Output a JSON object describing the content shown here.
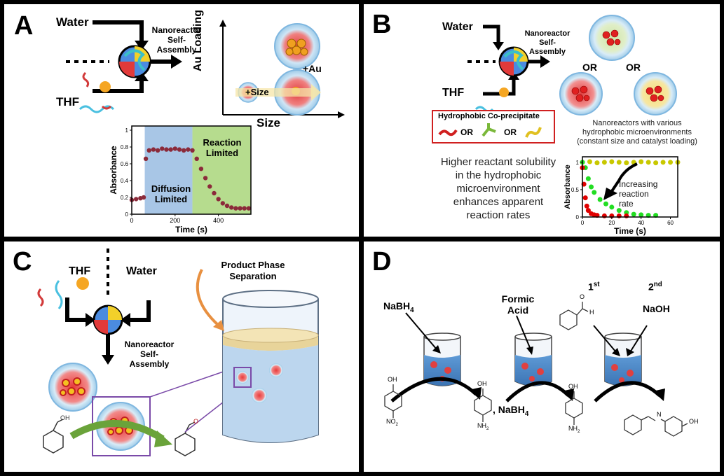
{
  "panelA": {
    "letter": "A",
    "water": "Water",
    "thf": "THF",
    "assembly_l1": "Nanoreactor",
    "assembly_l2": "Self-",
    "assembly_l3": "Assembly",
    "au_plus": "+Au",
    "size_plus": "+Size",
    "y_axis": "Au Loading",
    "x_axis": "Size",
    "region_diffusion_l1": "Diffusion",
    "region_diffusion_l2": "Limited",
    "region_reaction_l1": "Reaction",
    "region_reaction_l2": "Limited",
    "colors": {
      "diffusion": "#a8c6e6",
      "reaction": "#b6dc8e",
      "data": "#8b2a3a"
    }
  },
  "chartA": {
    "type": "scatter",
    "xlabel": "Time (s)",
    "ylabel": "Absorbance",
    "xlim": [
      0,
      550
    ],
    "ylim": [
      0,
      1.05
    ],
    "xticks": [
      "0",
      "200",
      "400"
    ],
    "yticks": [
      "0",
      "0.2",
      "0.4",
      "0.6",
      "0.8",
      "1"
    ],
    "regions": [
      {
        "from": 60,
        "to": 280
      },
      {
        "from": 280,
        "to": 550
      }
    ],
    "x": [
      0,
      20,
      40,
      55,
      65,
      80,
      100,
      120,
      140,
      160,
      180,
      200,
      220,
      240,
      260,
      280,
      300,
      320,
      340,
      360,
      380,
      400,
      420,
      440,
      460,
      480,
      500,
      520,
      540
    ],
    "y": [
      0.17,
      0.18,
      0.19,
      0.2,
      0.66,
      0.76,
      0.77,
      0.76,
      0.78,
      0.77,
      0.77,
      0.78,
      0.77,
      0.76,
      0.77,
      0.76,
      0.66,
      0.54,
      0.43,
      0.33,
      0.25,
      0.18,
      0.13,
      0.1,
      0.08,
      0.07,
      0.07,
      0.07,
      0.07
    ]
  },
  "panelB": {
    "letter": "B",
    "water": "Water",
    "thf": "THF",
    "assembly_l1": "Nanoreactor",
    "assembly_l2": "Self-",
    "assembly_l3": "Assembly",
    "or1": "OR",
    "or2": "OR",
    "coprecip_title": "Hydrophobic Co-precipitate",
    "coprecip_or1": "OR",
    "coprecip_or2": "OR",
    "caption_l1": "Nanoreactors with various",
    "caption_l2": "hydrophobic microenvironments",
    "caption_l3": "(constant size and catalyst loading)",
    "text_l1": "Higher reactant solubility",
    "text_l2": "in the hydrophobic",
    "text_l3": "microenvironment",
    "text_l4": "enhances apparent",
    "text_l5": "reaction rates",
    "arrow_l1": "Increasing",
    "arrow_l2": "reaction",
    "arrow_l3": "rate",
    "colors": {
      "red": "#e00000",
      "green": "#22dd22",
      "yellow": "#c8c800"
    }
  },
  "chartB": {
    "type": "scatter",
    "xlabel": "Time (s)",
    "ylabel": "Absorbance",
    "xlim": [
      0,
      65
    ],
    "ylim": [
      0,
      1.1
    ],
    "xticks": [
      "0",
      "20",
      "40",
      "60"
    ],
    "yticks": [
      "0",
      "0.5",
      "1"
    ],
    "series": [
      {
        "x": [
          0,
          5,
          10,
          15,
          20,
          25,
          30,
          35,
          40,
          45,
          50,
          55,
          60,
          65
        ],
        "y": [
          1.0,
          1.01,
          0.99,
          1.0,
          1.01,
          1.0,
          0.99,
          1.0,
          1.01,
          1.0,
          0.99,
          1.0,
          1.0,
          1.0
        ]
      },
      {
        "x": [
          0,
          2,
          4,
          6,
          8,
          12,
          16,
          20,
          25,
          30,
          35,
          40,
          45,
          50
        ],
        "y": [
          1.0,
          0.9,
          0.7,
          0.55,
          0.45,
          0.32,
          0.24,
          0.18,
          0.12,
          0.08,
          0.05,
          0.04,
          0.03,
          0.03
        ]
      },
      {
        "x": [
          0,
          1,
          2,
          3,
          4,
          6,
          8,
          10,
          15,
          20,
          25,
          30
        ],
        "y": [
          0.9,
          0.6,
          0.35,
          0.2,
          0.12,
          0.06,
          0.04,
          0.03,
          0.02,
          0.02,
          0.02,
          0.02
        ]
      }
    ]
  },
  "panelC": {
    "letter": "C",
    "thf": "THF",
    "water": "Water",
    "assembly_l1": "Nanoreactor",
    "assembly_l2": "Self-",
    "assembly_l3": "Assembly",
    "separation_l1": "Product Phase",
    "separation_l2": "Separation",
    "colors": {
      "arrow": "#6aa33a",
      "box": "#7a4aa8",
      "oil": "#e8d49a",
      "water": "#bcd6ee",
      "orange": "#e89040"
    }
  },
  "panelD": {
    "letter": "D",
    "nabh4": "NaBH",
    "nabh4_sub": "4",
    "formic_l1": "Formic",
    "formic_l2": "Acid",
    "first": "1",
    "first_sup": "st",
    "second": "2",
    "second_sup": "nd",
    "naoh": "NaOH",
    "product_nabh4": ", NaBH",
    "product_nabh4_sub": "4",
    "oh1": "OH",
    "no2": "NO",
    "no2_sub": "2",
    "oh2": "OH",
    "nh2a": "NH",
    "nh2a_sub": "2",
    "oh3": "OH",
    "nh2b": "NH",
    "nh2b_sub": "2",
    "ald_o": "O",
    "ald_h": "H",
    "imine_n": "N",
    "imine_oh": "OH"
  }
}
